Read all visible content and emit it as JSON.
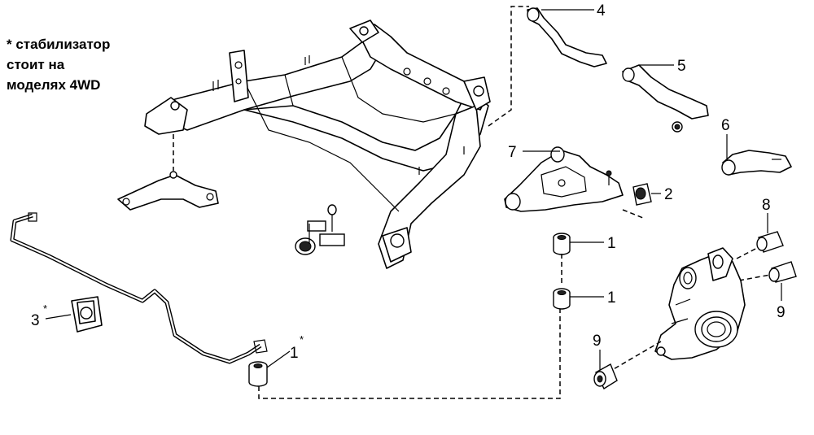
{
  "note": {
    "line1": "* стабилизатор",
    "line2": "стоит на",
    "line3": "моделях 4WD"
  },
  "callouts": {
    "c4": "4",
    "c5": "5",
    "c6": "6",
    "c7": "7",
    "c2": "2",
    "c8": "8",
    "c1a": "1",
    "c1b": "1",
    "c1c": "1",
    "c9a": "9",
    "c9b": "9",
    "c3": "3",
    "star3": "*",
    "star1": "*"
  }
}
